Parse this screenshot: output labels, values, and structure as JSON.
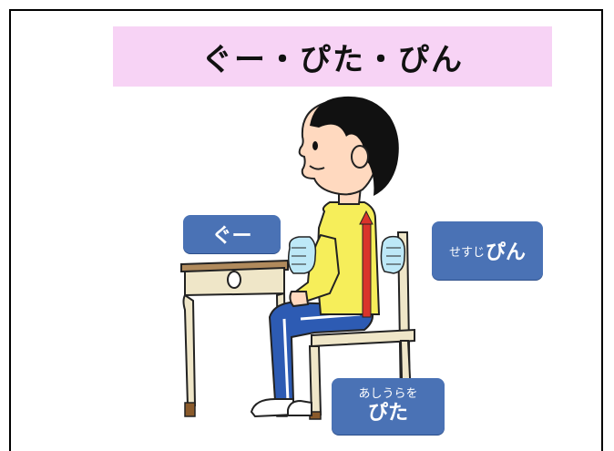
{
  "title": "ぐー・ぴた・ぴん",
  "labels": {
    "guu": "ぐー",
    "pin_small": "せすじ",
    "pin_big": "ぴん",
    "pita_small": "あしうらを",
    "pita_big": "ぴた"
  },
  "colors": {
    "title_bg": "#f7d3f5",
    "label_bg": "#4a72b5",
    "shirt": "#f6ee5a",
    "pants": "#2d5bb3",
    "posture_arrow": "#d9342b"
  }
}
